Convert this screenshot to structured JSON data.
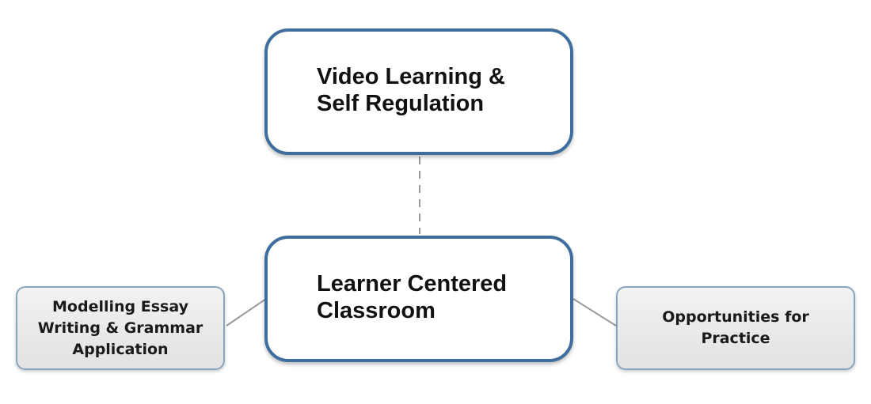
{
  "diagram": {
    "top_node": {
      "label": "Video Learning &\nSelf Regulation"
    },
    "center_node": {
      "label": "Learner Centered\nClassroom"
    },
    "left_node": {
      "label": "Modelling Essay\nWriting & Grammar\nApplication"
    },
    "right_node": {
      "label": "Opportunities for\nPractice"
    },
    "colors": {
      "main_border": "#3f6e9e",
      "side_border": "#8aa4c0",
      "side_fill": "#e8e8e8",
      "connector": "#9a9a9a"
    }
  }
}
